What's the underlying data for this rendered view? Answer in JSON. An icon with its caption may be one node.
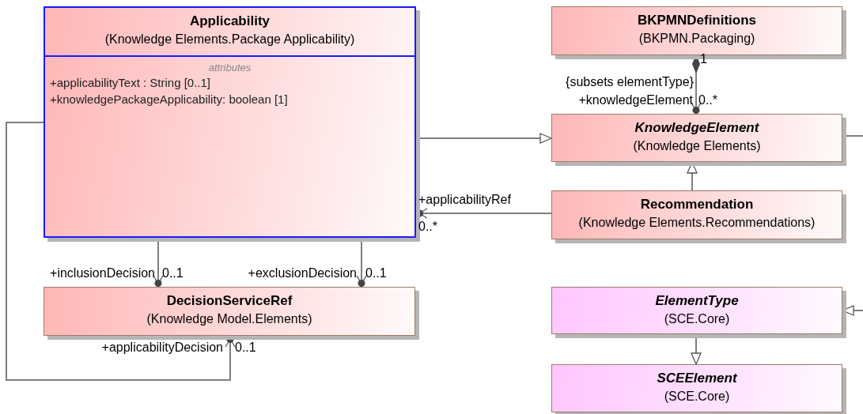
{
  "diagram": {
    "nodes": [
      {
        "text": [
          "Applicability",
          "(Knowledge Elements.Package Applicability)",
          "attributes",
          "+applicabilityText : String [0..1]",
          "+knowledgePackageApplicability: boolean [1]"
        ]
      },
      {
        "text": [
          "BKPMNDefinitions",
          "(BKPMN.Packaging)"
        ]
      },
      {
        "text": [
          "KnowledgeElement",
          "(Knowledge Elements)"
        ]
      },
      {
        "text": [
          "Recommendation",
          "(Knowledge Elements.Recommendations)"
        ]
      },
      {
        "text": [
          "DecisionServiceRef",
          "(Knowledge Model.Elements)"
        ]
      },
      {
        "text": [
          "ElementType",
          "(SCE.Core)"
        ]
      },
      {
        "text": [
          "SCEElement",
          "(SCE.Core)"
        ]
      }
    ],
    "edges": [
      {
        "from": 0,
        "to": 2,
        "arrow": "to"
      },
      {
        "from": 1,
        "to": 2,
        "arrow": "to"
      },
      {
        "from": 3,
        "to": 2,
        "arrow": "to"
      },
      {
        "from": 3,
        "to": 0,
        "arrow": "to"
      },
      {
        "from": 0,
        "to": 4,
        "arrow": "to"
      },
      {
        "from": 0,
        "to": 4,
        "arrow": "to"
      },
      {
        "from": 0,
        "to": 4,
        "arrow": "to"
      },
      {
        "from": 2,
        "to": null,
        "arrow": "none"
      },
      {
        "from": null,
        "to": 5,
        "arrow": "to"
      },
      {
        "from": 5,
        "to": 6,
        "arrow": "to"
      }
    ],
    "labels": [
      "1",
      "{subsets elementType}",
      "+knowledgeElement",
      "0..*",
      "+applicabilityRef",
      "0..*",
      "+inclusionDecision",
      "0..1",
      "+exclusionDecision",
      "0..1",
      "+applicabilityDecision",
      "0..1"
    ]
  }
}
